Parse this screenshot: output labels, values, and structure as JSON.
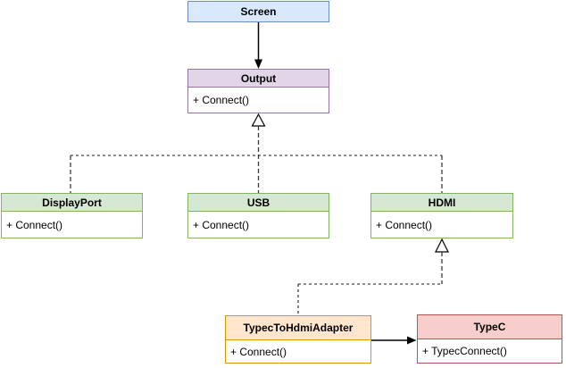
{
  "background": "#ffffff",
  "classes": {
    "screen": {
      "name": "Screen",
      "fill": "#dae8fc",
      "stroke": "#6c8ebf"
    },
    "output": {
      "name": "Output",
      "method": "+ Connect()",
      "fill": "#e1d5e7",
      "stroke": "#9673a6"
    },
    "displayport": {
      "name": "DisplayPort",
      "method": "+ Connect()",
      "fill": "#d5e8d4",
      "stroke": "#82b366"
    },
    "usb": {
      "name": "USB",
      "method": "+ Connect()",
      "fill": "#d5e8d4",
      "stroke": "#82b366"
    },
    "hdmi": {
      "name": "HDMI",
      "method": "+ Connect()",
      "fill": "#d5e8d4",
      "stroke": "#82b366"
    },
    "adapter": {
      "name": "TypecToHdmiAdapter",
      "method": "+ Connect()",
      "fill": "#ffe6cc",
      "stroke": "#d79b00"
    },
    "typec": {
      "name": "TypeC",
      "method": "+ TypecConnect()",
      "fill": "#f8cecc",
      "stroke": "#b85450"
    }
  },
  "relationships": [
    {
      "from": "Screen",
      "to": "Output",
      "type": "directed association (solid arrow)"
    },
    {
      "from": "DisplayPort",
      "to": "Output",
      "type": "realization (dashed line, hollow triangle)"
    },
    {
      "from": "USB",
      "to": "Output",
      "type": "realization (dashed line, hollow triangle)"
    },
    {
      "from": "HDMI",
      "to": "Output",
      "type": "realization (dashed line, hollow triangle)"
    },
    {
      "from": "TypecToHdmiAdapter",
      "to": "HDMI",
      "type": "realization (dashed line, hollow triangle)"
    },
    {
      "from": "TypecToHdmiAdapter",
      "to": "TypeC",
      "type": "directed association (solid arrow)"
    }
  ]
}
